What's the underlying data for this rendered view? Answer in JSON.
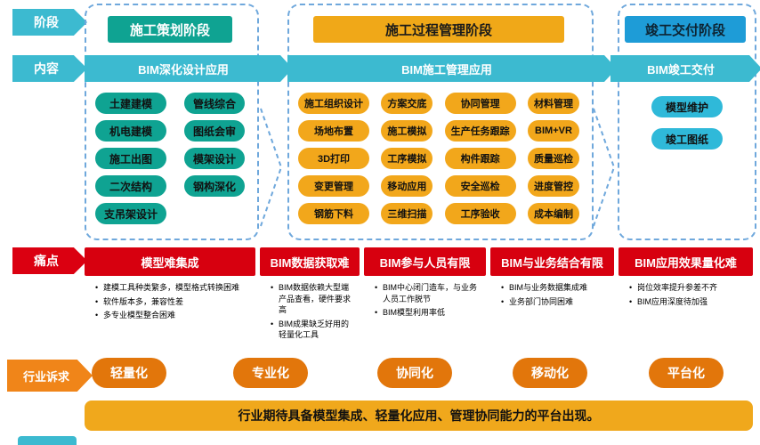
{
  "row_labels": {
    "phase": "阶段",
    "content": "内容",
    "pain": "痛点",
    "demand": "行业诉求"
  },
  "phases": [
    {
      "title": "施工策划阶段",
      "flow": "BIM深化设计应用",
      "pills": [
        "土建建模",
        "机电建模",
        "施工出图",
        "二次结构",
        "支吊架设计",
        "管线综合",
        "图纸会审",
        "模架设计",
        "钢构深化"
      ]
    },
    {
      "title": "施工过程管理阶段",
      "flow": "BIM施工管理应用",
      "pills": [
        "施工组织设计",
        "方案交底",
        "协同管理",
        "材料管理",
        "场地布置",
        "施工模拟",
        "生产任务跟踪",
        "BIM+VR",
        "3D打印",
        "工序模拟",
        "构件跟踪",
        "质量巡检",
        "变更管理",
        "移动应用",
        "安全巡检",
        "进度管控",
        "钢筋下料",
        "三维扫描",
        "工序验收",
        "成本编制"
      ]
    },
    {
      "title": "竣工交付阶段",
      "flow": "BIM竣工交付",
      "pills": [
        "模型维护",
        "竣工图纸"
      ]
    }
  ],
  "pain_points": [
    {
      "title": "模型难集成",
      "bullets": [
        "建模工具种类繁多，模型格式转换困难",
        "软件版本多，兼容性差",
        "多专业模型整合困难"
      ]
    },
    {
      "title": "BIM数据获取难",
      "bullets": [
        "BIM数据依赖大型端产品查看，硬件要求高",
        "BIM成果缺乏好用的轻量化工具"
      ]
    },
    {
      "title": "BIM参与人员有限",
      "bullets": [
        "BIM中心闭门造车，与业务人员工作脱节",
        "BIM模型利用率低"
      ]
    },
    {
      "title": "BIM与业务结合有限",
      "bullets": [
        "BIM与业务数据集成难",
        "业务部门协同困难"
      ]
    },
    {
      "title": "BIM应用效果量化难",
      "bullets": [
        "岗位效率提升参差不齐",
        "BIM应用深度待加强"
      ]
    }
  ],
  "demands": [
    "轻量化",
    "专业化",
    "协同化",
    "移动化",
    "平台化"
  ],
  "footer": "行业期待具备模型集成、轻量化应用、管理协同能力的平台出现。",
  "colors": {
    "cyan": "#3CBAD0",
    "teal": "#0FA392",
    "amber": "#F0A818",
    "blue": "#1E9CD7",
    "red": "#D7000F",
    "demand_orange": "#E2760B",
    "label_orange": "#F08519",
    "dashed_border": "#6FA8DC"
  }
}
